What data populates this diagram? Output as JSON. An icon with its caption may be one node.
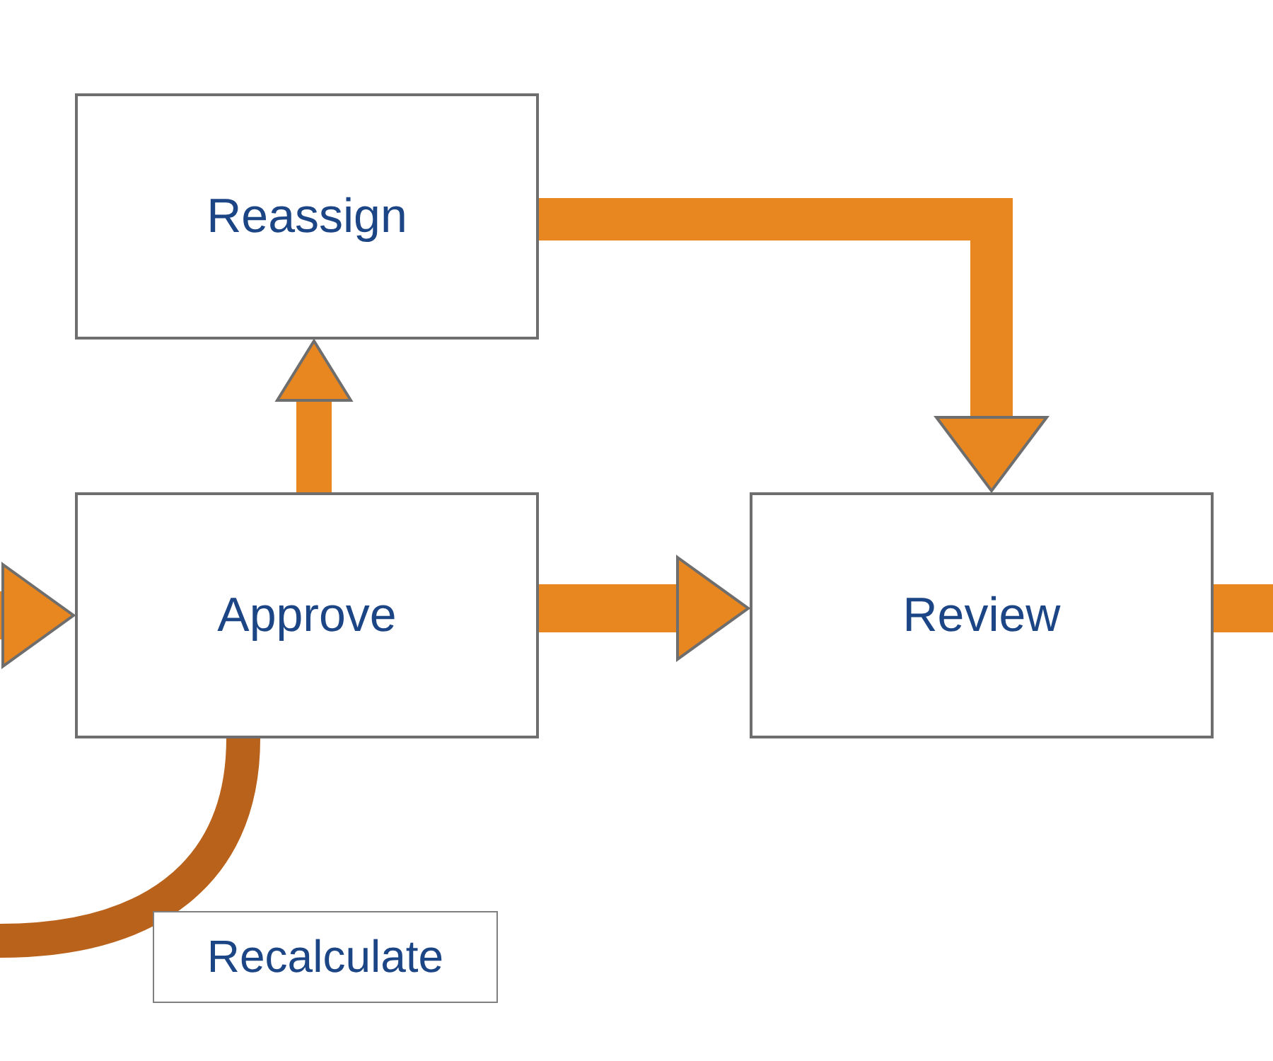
{
  "diagram": {
    "nodes": [
      {
        "text": [
          "Reassign"
        ]
      },
      {
        "text": [
          "Approve"
        ]
      },
      {
        "text": [
          "Review"
        ]
      },
      {
        "text": [
          "Recalculate"
        ]
      }
    ],
    "edges": [
      {
        "from": 1,
        "to": 0,
        "arrow": "to"
      },
      {
        "from": 0,
        "to": 2,
        "arrow": "to"
      },
      {
        "from": 1,
        "to": 2,
        "arrow": "to"
      },
      {
        "from": null,
        "to": 1,
        "arrow": "to"
      },
      {
        "from": 2,
        "to": null,
        "arrow": "none"
      },
      {
        "from": 1,
        "to": null,
        "arrow": "none",
        "color": "#b8621b"
      }
    ]
  }
}
